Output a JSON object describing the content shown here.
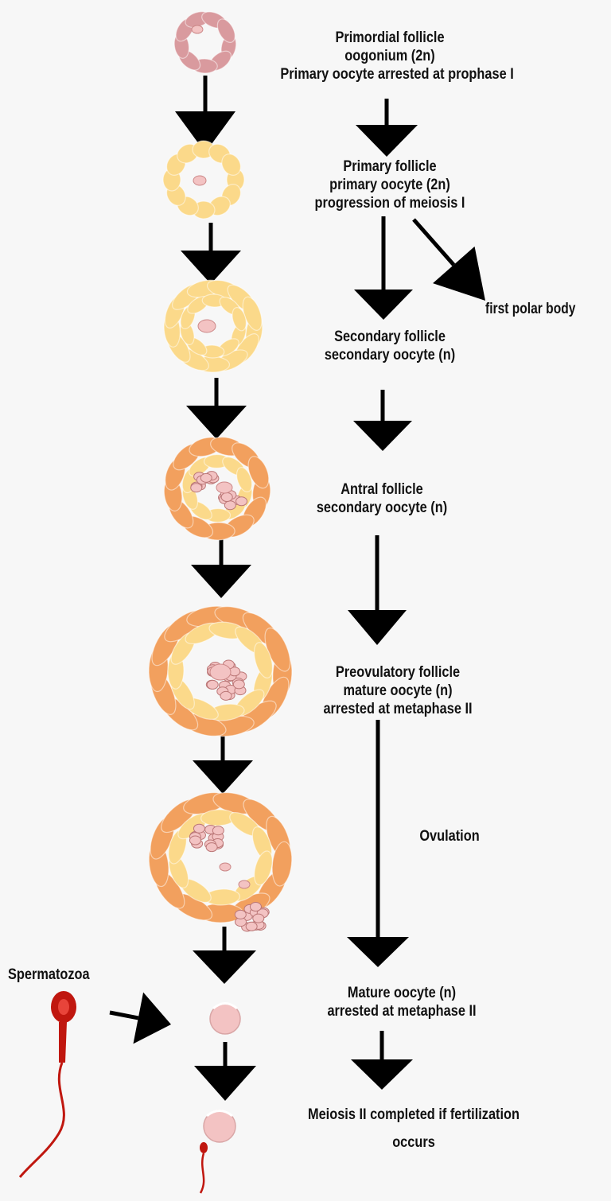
{
  "stages": [
    {
      "lines": [
        "Primordial follicle",
        "oogonium (2n)",
        "Primary oocyte arrested at prophase I"
      ]
    },
    {
      "lines": [
        "Primary follicle",
        "primary oocyte (2n)",
        "progression of meiosis I"
      ]
    },
    {
      "lines": [
        "Secondary follicle",
        "secondary oocyte (n)"
      ]
    },
    {
      "lines": [
        "Antral follicle",
        "secondary oocyte (n)"
      ]
    },
    {
      "lines": [
        "Preovulatory follicle",
        "mature oocyte (n)",
        "arrested at metaphase II"
      ]
    },
    {
      "lines": [
        "Ovulation"
      ]
    },
    {
      "lines": [
        "Mature oocyte (n)",
        "arrested at metaphase II"
      ]
    },
    {
      "lines": [
        "Meiosis II completed if fertilization",
        "occurs"
      ]
    }
  ],
  "side_label": "first polar body",
  "sperm_label": "Spermatozoa",
  "colors": {
    "primordial": "#d99a9e",
    "granulosa_light": "#fbd98a",
    "granulosa_dark": "#f2a05e",
    "oocyte": "#f3c3c3",
    "sperm": "#c0170f",
    "arrow": "#000000",
    "background": "#f7f7f7"
  }
}
